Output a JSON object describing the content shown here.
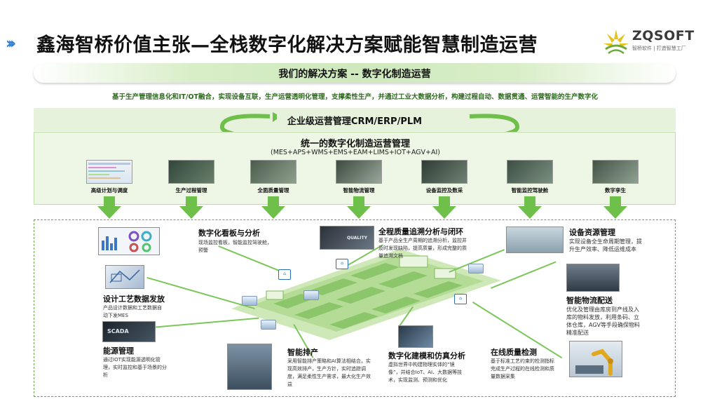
{
  "header": {
    "title": "鑫海智桥价值主张—全栈数字化解决方案赋能智慧制造运营",
    "logo_text": "ZQSOFT",
    "logo_sub": "智桥软件 | 打造智慧工厂"
  },
  "banner": {
    "title": "我们的解决方案  --  数字化制造运营"
  },
  "subline": "基于生产管理信息化和IT/OT融合，实现设备互联，生产运营透明化管理，支撑柔性生产，并通过工业大数据分析，构建过程自动、数据贯通、运营智能的生产数字化",
  "enterprise": "企业级运营管理CRM/ERP/PLM",
  "unified": {
    "title": "统一的数字化制造运营管理",
    "subtitle": "(MES+APS+WMS+EMS+EAM+LIMS+IOT+AGV+AI)"
  },
  "modules": [
    {
      "label": "高级计划与调度"
    },
    {
      "label": "生产过程管理"
    },
    {
      "label": "全面质量管理"
    },
    {
      "label": "智能物流管理"
    },
    {
      "label": "设备监控及数采"
    },
    {
      "label": "智能监控驾驶舱"
    },
    {
      "label": "数字孪生"
    }
  ],
  "features": {
    "dashboard": {
      "title": "数字化看板与分析",
      "desc": "现场监控看板，智能监控驾驶舱，预警"
    },
    "quality_trace": {
      "title": "全程质量追溯分析与闭环",
      "desc": "基于产品全生产周期的追溯分析，监控并及时发现缺陷，提高质量，形成完整的质量追溯文档"
    },
    "equipment": {
      "title": "设备资源管理",
      "desc": "实现设备全生命周期管理，提升生产效率、降低运维成本"
    },
    "process_data": {
      "title": "设计工艺数据发放",
      "desc": "产品设计数据和工艺数据自动下发MES"
    },
    "logistics": {
      "title": "智能物流配送",
      "desc": "优化及管理由库房到产线及入库的物料发放，利用条码、立体仓库，AGV等手段确保物料精准配送"
    },
    "energy": {
      "title": "能源管理",
      "desc": "通过IOT实现能源透明化管理，实时监控和基于场景的分析"
    },
    "scheduling": {
      "title": "智能排产",
      "desc": "采用智能排产策略和AI算法相结合，实现高效排产，生产方针，实时追踪调度，满足柔性生产需求，最大化生产效益"
    },
    "simulation": {
      "title": "数字化建模和仿真分析",
      "desc": "虚拟世界中构建物理实体的“镜像”，并结合IoT、AI、大数据等技术，实现监测、预测和优化"
    },
    "online_qc": {
      "title": "在线质量检测",
      "desc": "基于标准工艺约束的检测指标完成生产过程的在线检测和质量数据采集"
    }
  },
  "thumb_texts": {
    "quality": "QUALITY",
    "scada": "SCADA"
  },
  "colors": {
    "accent_green": "#6fc04a",
    "dark_green": "#2e6a1e",
    "blue_chevron": "#2f7fd6",
    "logo_yellow": "#e6c21a"
  }
}
